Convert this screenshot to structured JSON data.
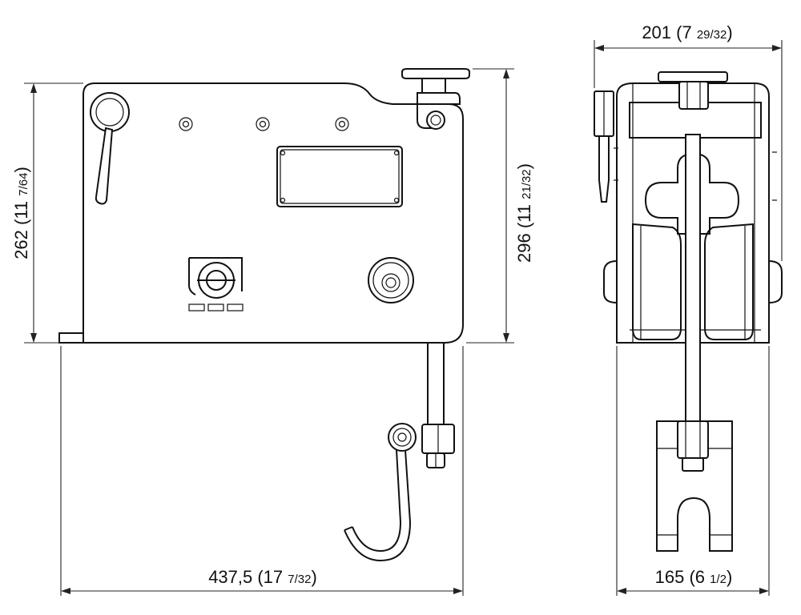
{
  "dimensions": {
    "side_height": {
      "main": "262 (11 ",
      "fraction": "7/64",
      "close": ")"
    },
    "total_height": {
      "main": "296 (11 ",
      "fraction": "21/32",
      "close": ")"
    },
    "total_width": {
      "main": "437,5 (17 ",
      "fraction": "7/32",
      "close": ")"
    },
    "front_width": {
      "main": "201 (7 ",
      "fraction": "29/32",
      "close": ")"
    },
    "base_width": {
      "main": "165 (6 ",
      "fraction": "1/2",
      "close": ")"
    }
  }
}
